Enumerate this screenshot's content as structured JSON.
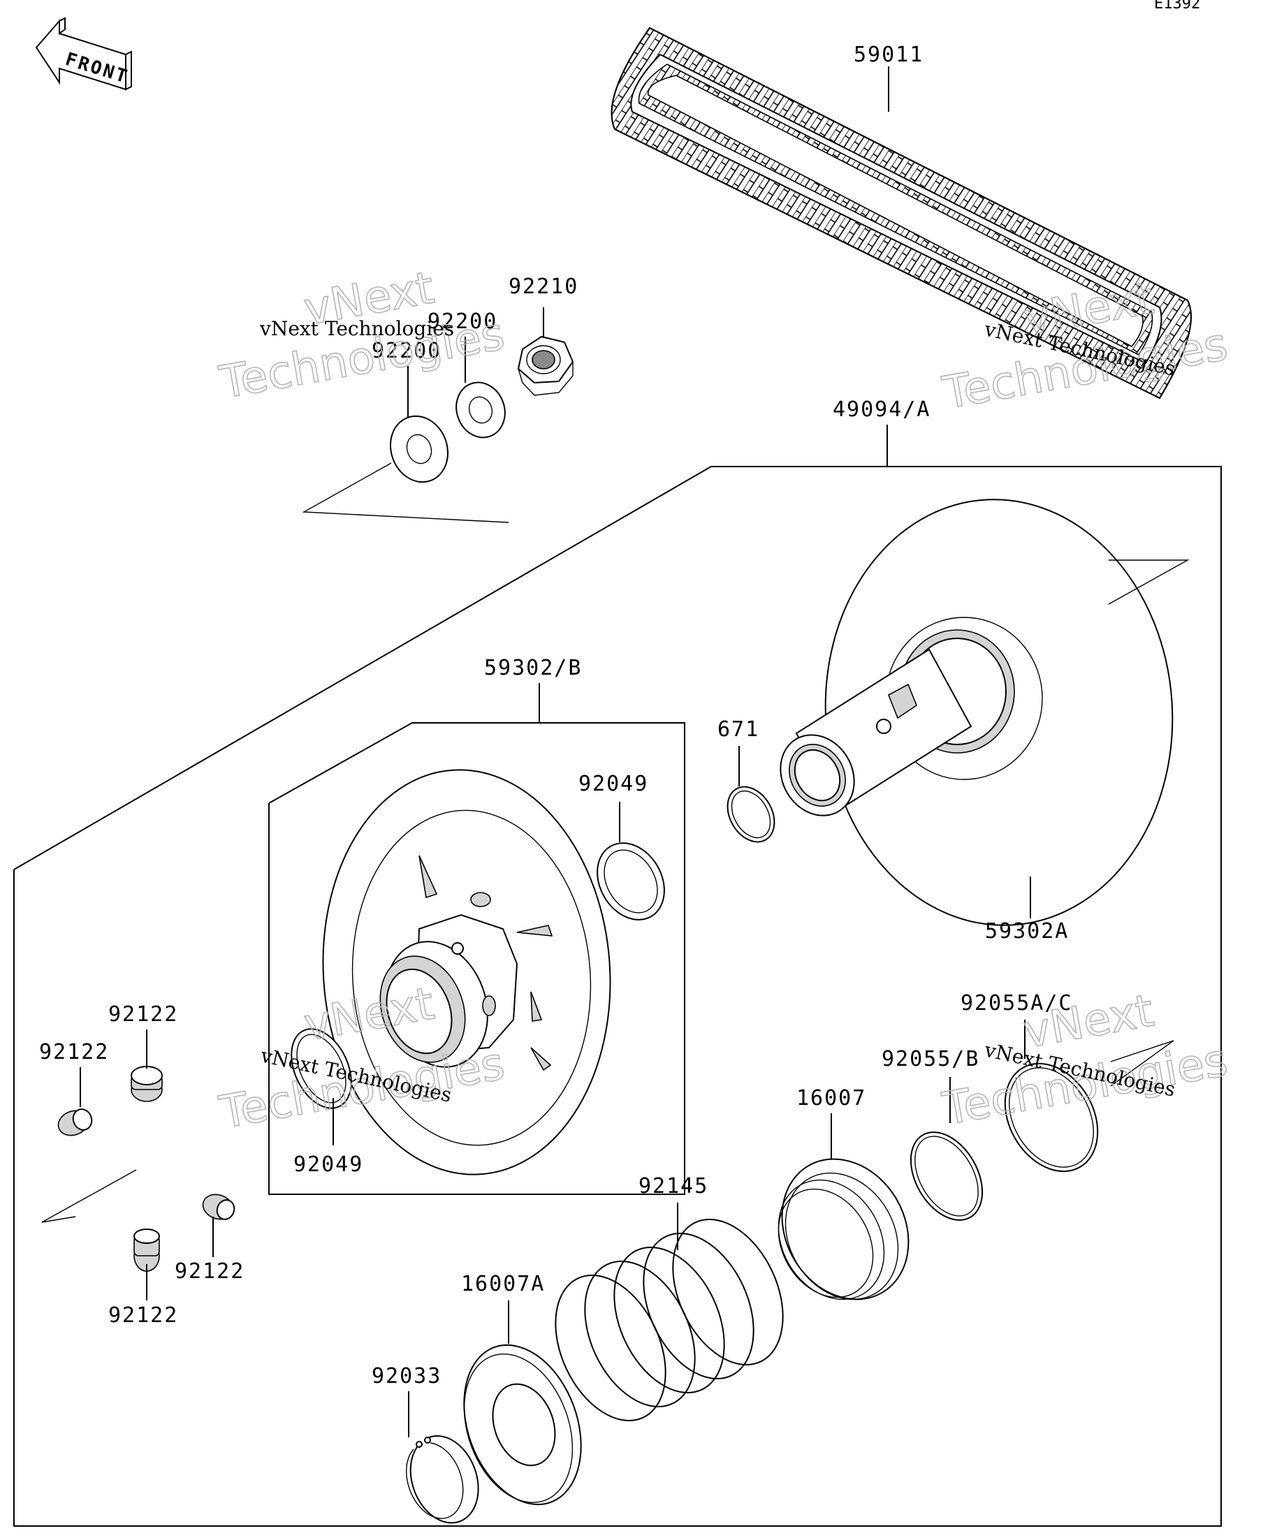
{
  "diagram_code": "E1392",
  "front_label": "FRONT",
  "watermark": {
    "line1": "vNext",
    "line2": "Technologies",
    "caption": "vNext Technologies"
  },
  "parts": {
    "belt": "59011",
    "nut": "92210",
    "washer_inner": "92200",
    "washer_outer": "92200",
    "driven_assy": "49094/A",
    "sheave_set": "59302/B",
    "oring": "671",
    "seal_upper": "92049",
    "seal_lower": "92049",
    "fixed_sheave": "59302A",
    "ring_c": "92055A/C",
    "ring_b": "92055/B",
    "cam": "16007",
    "spring": "92145",
    "spring_seat": "16007A",
    "circlip": "92033",
    "weight_1": "92122",
    "weight_2": "92122",
    "weight_3": "92122",
    "weight_4": "92122"
  }
}
